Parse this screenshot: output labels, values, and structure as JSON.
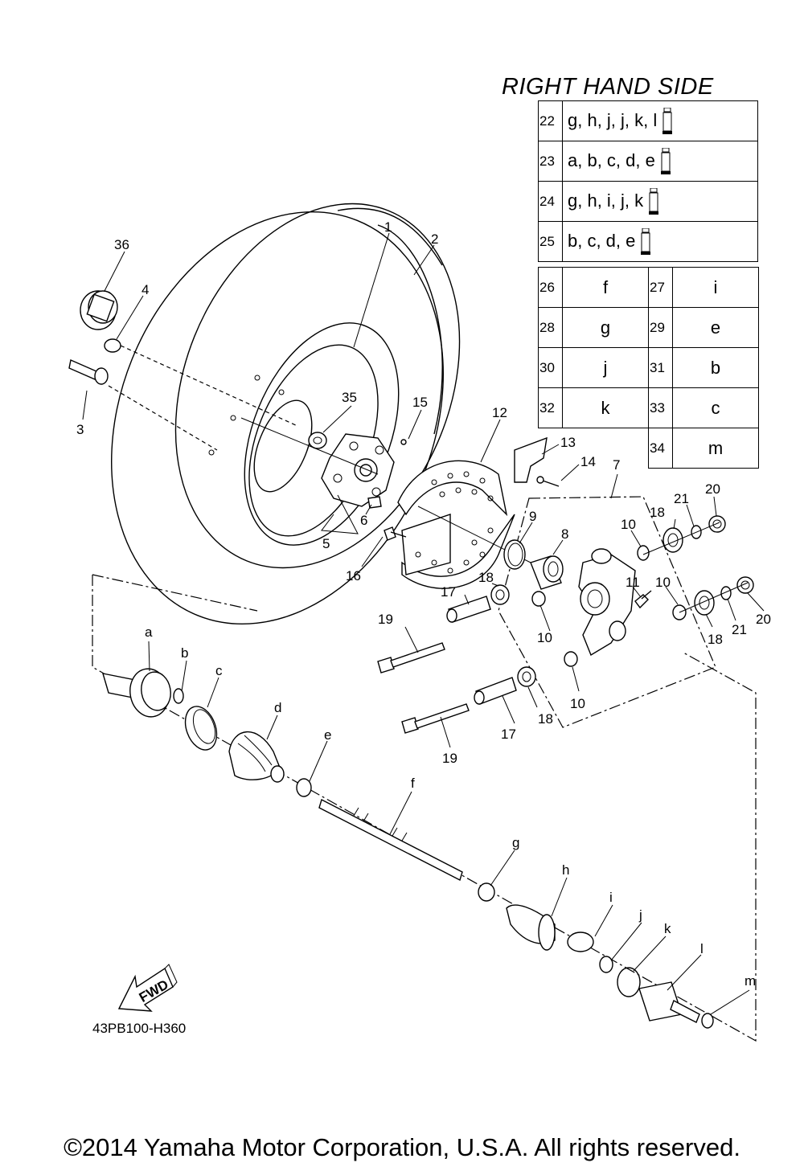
{
  "heading": "RIGHT HAND SIDE",
  "lube_rows": [
    {
      "num": "22",
      "codes": "g, h, j, j, k, l"
    },
    {
      "num": "23",
      "codes": "a, b, c, d, e"
    },
    {
      "num": "24",
      "codes": "g, h, i, j, k"
    },
    {
      "num": "25",
      "codes": "b, c, d, e"
    }
  ],
  "map_rows": [
    [
      {
        "num": "26",
        "val": "f"
      },
      {
        "num": "27",
        "val": "i"
      }
    ],
    [
      {
        "num": "28",
        "val": "g"
      },
      {
        "num": "29",
        "val": "e"
      }
    ],
    [
      {
        "num": "30",
        "val": "j"
      },
      {
        "num": "31",
        "val": "b"
      }
    ],
    [
      {
        "num": "32",
        "val": "k"
      },
      {
        "num": "33",
        "val": "c"
      }
    ],
    [
      {
        "num": "",
        "val": ""
      },
      {
        "num": "34",
        "val": "m"
      }
    ]
  ],
  "callouts": {
    "c1": "1",
    "c2": "2",
    "c3": "3",
    "c4": "4",
    "c5": "5",
    "c6": "6",
    "c7": "7",
    "c8": "8",
    "c9": "9",
    "c10": "10",
    "c11": "11",
    "c12": "12",
    "c13": "13",
    "c14": "14",
    "c15": "15",
    "c16": "16",
    "c17": "17",
    "c18": "18",
    "c19": "19",
    "c20": "20",
    "c21": "21",
    "c35": "35",
    "c36": "36",
    "a": "a",
    "b": "b",
    "c": "c",
    "d": "d",
    "e": "e",
    "f": "f",
    "g": "g",
    "h": "h",
    "i": "i",
    "j": "j",
    "k": "k",
    "l": "l",
    "m": "m"
  },
  "fwd_label": "FWD",
  "ref_code": "43PB100-H360",
  "copyright": "©2014 Yamaha Motor Corporation, U.S.A. All rights reserved."
}
